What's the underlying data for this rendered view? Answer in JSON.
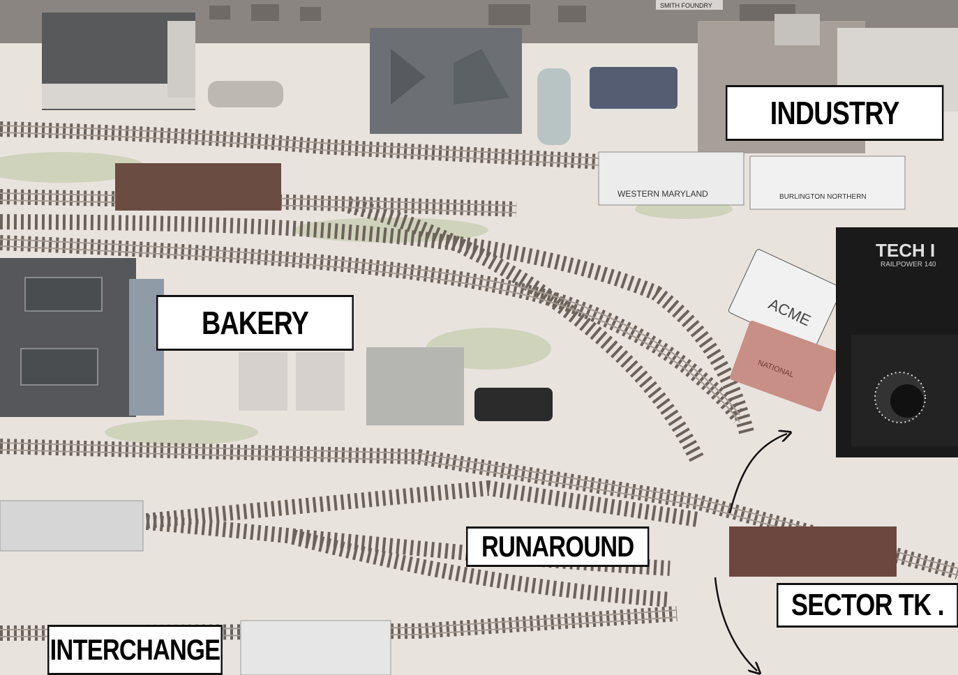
{
  "labels": {
    "industry": "INDUSTRY",
    "bakery": "BAKERY",
    "runaround": "RUNAROUND",
    "sector": "SECTOR TK .",
    "interchange": "INTERCHANGE"
  },
  "signs": {
    "foundry": "SMITH FOUNDRY",
    "power_pack_brand": "TECH I",
    "power_pack_model": "RAILPOWER 140",
    "car_western_maryland": "WESTERN MARYLAND",
    "car_burlington": "BURLINGTON NORTHERN",
    "trailer_acme": "ACME",
    "trailer_national": "NATIONAL"
  },
  "colors": {
    "board": "#e9e3de",
    "tie": "#5e5750",
    "rail": "#9c948c",
    "label_bg": "#ffffff",
    "label_border": "#111111",
    "arrow": "#111111"
  }
}
